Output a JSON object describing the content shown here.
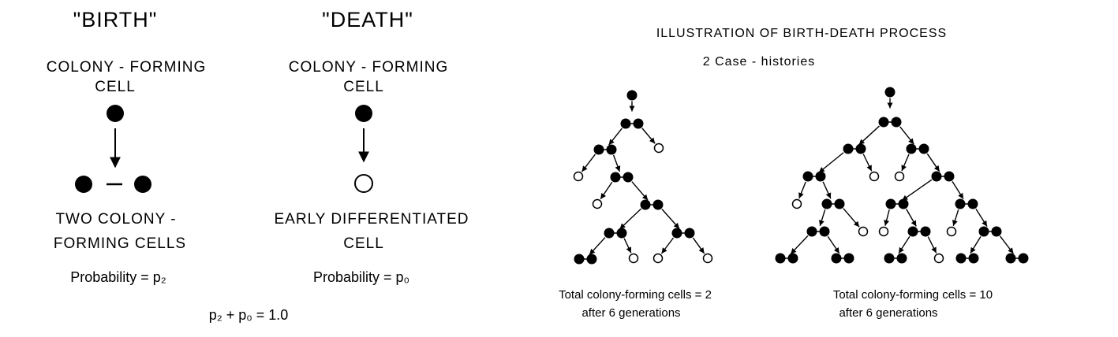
{
  "birth": {
    "title": "\"BIRTH\"",
    "cell_label": [
      "COLONY - FORMING",
      "CELL"
    ],
    "result_label": [
      "TWO  COLONY -",
      "FORMING CELLS"
    ],
    "probability": "Probability = p₂"
  },
  "death": {
    "title": "\"DEATH\"",
    "cell_label": [
      "COLONY - FORMING",
      "CELL"
    ],
    "result_label": [
      "EARLY  DIFFERENTIATED",
      "CELL"
    ],
    "probability": "Probability = p₀"
  },
  "sum_equation": "p₂ + p₀ = 1.0",
  "illustration": {
    "title": "ILLUSTRATION  OF  BIRTH-DEATH  PROCESS",
    "subtitle": "2  Case - histories",
    "tree_left_caption": [
      "Total colony-forming cells = 2",
      "after 6 generations"
    ],
    "tree_right_caption": [
      "Total colony-forming cells = 10",
      "after 6 generations"
    ]
  },
  "colors": {
    "ink": "#000000",
    "paper": "#ffffff"
  }
}
